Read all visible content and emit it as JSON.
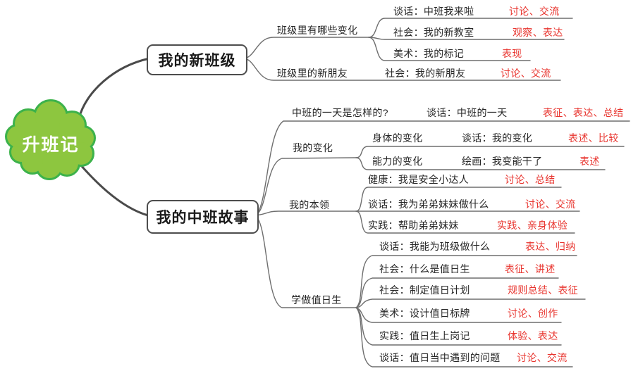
{
  "root": {
    "label": "升班记"
  },
  "colors": {
    "cloud_fill": "#8dc63f",
    "cloud_stroke": "#3cb24b",
    "accent_red": "#e8342e",
    "line_gray": "#6e6e6e",
    "trunk_dark": "#4a4a4a"
  },
  "branches": [
    {
      "label": "我的新班级",
      "children": [
        {
          "label": "班级里有哪些变化",
          "children": [
            {
              "activity": "谈话：中班我来啦",
              "methods": "讨论、交流"
            },
            {
              "activity": "社会：我的新教室",
              "methods": "观察、表达"
            },
            {
              "activity": "美术：我的标记",
              "methods": "表现"
            }
          ]
        },
        {
          "label": "班级里的新朋友",
          "children": [
            {
              "activity": "社会：我的新朋友",
              "methods": "讨论、交流"
            }
          ]
        }
      ]
    },
    {
      "label": "我的中班故事",
      "children": [
        {
          "label": "中班的一天是怎样的?",
          "children": [
            {
              "activity": "谈话：中班的一天",
              "methods": "表征、表达、总结"
            }
          ]
        },
        {
          "label": "我的变化",
          "children": [
            {
              "label": "身体的变化",
              "activity": "谈话：我的变化",
              "methods": "表述、比较"
            },
            {
              "label": "能力的变化",
              "activity": "绘画：我变能干了",
              "methods": "表述"
            }
          ]
        },
        {
          "label": "我的本领",
          "children": [
            {
              "activity": "健康：我是安全小达人",
              "methods": "讨论、总结"
            },
            {
              "activity": "谈话：我为弟弟妹妹做什么",
              "methods": "讨论、交流"
            },
            {
              "activity": "实践：帮助弟弟妹妹",
              "methods": "实践、亲身体验"
            }
          ]
        },
        {
          "label": "学做值日生",
          "children": [
            {
              "activity": "谈话：我能为班级做什么",
              "methods": "表达、归纳"
            },
            {
              "activity": "社会：什么是值日生",
              "methods": "表征、讲述"
            },
            {
              "activity": "社会：制定值日计划",
              "methods": "规则总结、表征"
            },
            {
              "activity": "美术：设计值日标牌",
              "methods": "讨论、创作"
            },
            {
              "activity": "实践：值日生上岗记",
              "methods": "体验、表达"
            },
            {
              "activity": "谈话：值日当中遇到的问题",
              "methods": "讨论、交流"
            }
          ]
        }
      ]
    }
  ]
}
